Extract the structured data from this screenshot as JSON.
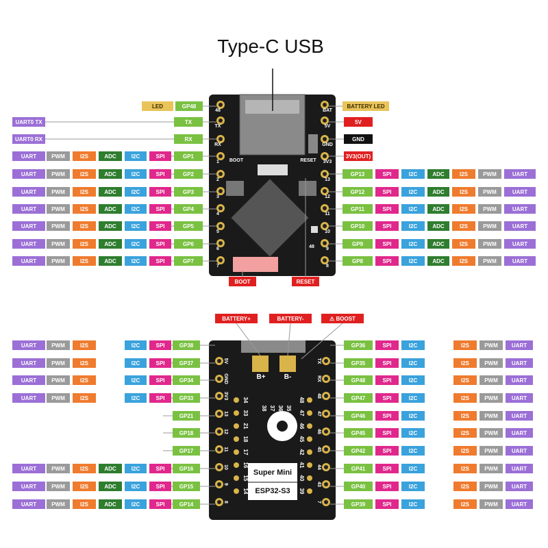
{
  "title": "Type-C USB",
  "colors": {
    "UART": "#9b6fd6",
    "PWM": "#9a9a9a",
    "I2S": "#ef7b2e",
    "ADC": "#2f7d2f",
    "I2C": "#3aa2dc",
    "SPI": "#e0288c",
    "GP": "#7ac142",
    "RED": "#e02020",
    "BLACK": "#111111",
    "LED": "#e8c45a"
  },
  "top": {
    "left_special": [
      {
        "func": "LED",
        "pin": "GP48"
      },
      {
        "func": "UART0 TX",
        "pin": "TX"
      },
      {
        "func": "UART0 RX",
        "pin": "RX"
      }
    ],
    "right_special": [
      {
        "func": "BATTERY LED"
      },
      {
        "pin": "5V"
      },
      {
        "pin": "GND"
      },
      {
        "pin": "3V3(OUT)"
      }
    ],
    "left_rows": [
      {
        "pin": "GP1",
        "funcs": [
          "UART",
          "PWM",
          "I2S",
          "ADC",
          "I2C",
          "SPI"
        ]
      },
      {
        "pin": "GP2",
        "funcs": [
          "UART",
          "PWM",
          "I2S",
          "ADC",
          "I2C",
          "SPI"
        ]
      },
      {
        "pin": "GP3",
        "funcs": [
          "UART",
          "PWM",
          "I2S",
          "ADC",
          "I2C",
          "SPI"
        ]
      },
      {
        "pin": "GP4",
        "funcs": [
          "UART",
          "PWM",
          "I2S",
          "ADC",
          "I2C",
          "SPI"
        ]
      },
      {
        "pin": "GP5",
        "funcs": [
          "UART",
          "PWM",
          "I2S",
          "ADC",
          "I2C",
          "SPI"
        ]
      },
      {
        "pin": "GP6",
        "funcs": [
          "UART",
          "PWM",
          "I2S",
          "ADC",
          "I2C",
          "SPI"
        ]
      },
      {
        "pin": "GP7",
        "funcs": [
          "UART",
          "PWM",
          "I2S",
          "ADC",
          "I2C",
          "SPI"
        ]
      }
    ],
    "right_rows": [
      {
        "pin": "GP13",
        "funcs": [
          "SPI",
          "I2C",
          "ADC",
          "I2S",
          "PWM",
          "UART"
        ]
      },
      {
        "pin": "GP12",
        "funcs": [
          "SPI",
          "I2C",
          "ADC",
          "I2S",
          "PWM",
          "UART"
        ]
      },
      {
        "pin": "GP11",
        "funcs": [
          "SPI",
          "I2C",
          "ADC",
          "I2S",
          "PWM",
          "UART"
        ]
      },
      {
        "pin": "GP10",
        "funcs": [
          "SPI",
          "I2C",
          "ADC",
          "I2S",
          "PWM",
          "UART"
        ]
      },
      {
        "pin": "GP9",
        "funcs": [
          "SPI",
          "I2C",
          "ADC",
          "I2S",
          "PWM",
          "UART"
        ]
      },
      {
        "pin": "GP8",
        "funcs": [
          "SPI",
          "I2C",
          "ADC",
          "I2S",
          "PWM",
          "UART"
        ]
      }
    ],
    "board_labels": {
      "left_pins": [
        "48",
        "TX",
        "RX",
        "1",
        "2",
        "3",
        "4",
        "5",
        "6",
        "7"
      ],
      "right_pins": [
        "BAT",
        "5V",
        "GND",
        "3V3",
        "13",
        "12",
        "11",
        "10",
        "9",
        "8"
      ],
      "boot": "BOOT",
      "reset": "RESET",
      "led_num": "48"
    },
    "buttons": [
      "BOOT",
      "RESET"
    ]
  },
  "bottom": {
    "tags": [
      "BATTERY+",
      "BATTERY-",
      "BOOST"
    ],
    "left_rows": [
      {
        "pin": "GP38",
        "funcs": [
          "UART",
          "PWM",
          "I2S",
          "",
          "I2C",
          "SPI"
        ]
      },
      {
        "pin": "GP37",
        "funcs": [
          "UART",
          "PWM",
          "I2S",
          "",
          "I2C",
          "SPI"
        ]
      },
      {
        "pin": "GP34",
        "funcs": [
          "UART",
          "PWM",
          "I2S",
          "",
          "I2C",
          "SPI"
        ]
      },
      {
        "pin": "GP33",
        "funcs": [
          "UART",
          "PWM",
          "I2S",
          "",
          "I2C",
          "SPI"
        ]
      },
      {
        "pin": "GP21",
        "funcs": []
      },
      {
        "pin": "GP18",
        "funcs": []
      },
      {
        "pin": "GP17",
        "funcs": []
      },
      {
        "pin": "GP16",
        "funcs": [
          "UART",
          "PWM",
          "I2S",
          "ADC",
          "I2C",
          "SPI"
        ]
      },
      {
        "pin": "GP15",
        "funcs": [
          "UART",
          "PWM",
          "I2S",
          "ADC",
          "I2C",
          "SPI"
        ]
      },
      {
        "pin": "GP14",
        "funcs": [
          "UART",
          "PWM",
          "I2S",
          "ADC",
          "I2C",
          "SPI"
        ]
      }
    ],
    "right_rows": [
      {
        "pin": "GP36",
        "funcs": [
          "SPI",
          "I2C",
          "",
          "I2S",
          "PWM",
          "UART"
        ]
      },
      {
        "pin": "GP35",
        "funcs": [
          "SPI",
          "I2C",
          "",
          "I2S",
          "PWM",
          "UART"
        ]
      },
      {
        "pin": "GP48",
        "funcs": [
          "SPI",
          "I2C",
          "",
          "I2S",
          "PWM",
          "UART"
        ]
      },
      {
        "pin": "GP47",
        "funcs": [
          "SPI",
          "I2C",
          "",
          "I2S",
          "PWM",
          "UART"
        ]
      },
      {
        "pin": "GP46",
        "funcs": [
          "SPI",
          "I2C",
          "",
          "I2S",
          "PWM",
          "UART"
        ]
      },
      {
        "pin": "GP45",
        "funcs": [
          "SPI",
          "I2C",
          "",
          "I2S",
          "PWM",
          "UART"
        ]
      },
      {
        "pin": "GP42",
        "funcs": [
          "SPI",
          "I2C",
          "",
          "I2S",
          "PWM",
          "UART"
        ]
      },
      {
        "pin": "GP41",
        "funcs": [
          "SPI",
          "I2C",
          "",
          "I2S",
          "PWM",
          "UART"
        ]
      },
      {
        "pin": "GP40",
        "funcs": [
          "SPI",
          "I2C",
          "",
          "I2S",
          "PWM",
          "UART"
        ]
      },
      {
        "pin": "GP39",
        "funcs": [
          "SPI",
          "I2C",
          "",
          "I2S",
          "PWM",
          "UART"
        ]
      }
    ],
    "board_labels": {
      "left_pins": [
        "5V",
        "GND",
        "3V3",
        "13",
        "12",
        "11",
        "10",
        "9",
        "8"
      ],
      "right_pins": [
        "TX",
        "RX",
        "48",
        "47",
        "46",
        "45",
        "44",
        "43",
        "7"
      ],
      "inner_left": [
        "34",
        "33",
        "21",
        "18",
        "17",
        "16",
        "15",
        "14"
      ],
      "inner_mid": [
        "38",
        "37",
        "36",
        "35"
      ],
      "inner_right": [
        "48",
        "47",
        "46",
        "45",
        "42",
        "41",
        "40",
        "39"
      ],
      "pads": [
        "B+",
        "B-"
      ]
    },
    "product": [
      "Super Mini",
      "ESP32-S3"
    ]
  }
}
